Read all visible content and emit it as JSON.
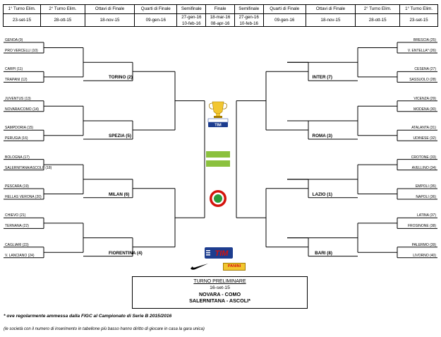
{
  "header": [
    {
      "title": "1° Turno Elim.",
      "dates": [
        "23-set-15"
      ]
    },
    {
      "title": "2° Turno Elim.",
      "dates": [
        "28-ott-15"
      ]
    },
    {
      "title": "Ottavi di Finale",
      "dates": [
        "18-nov-15"
      ]
    },
    {
      "title": "Quarti di Finale",
      "dates": [
        "09-gen-16"
      ]
    },
    {
      "title": "Semifinale",
      "dates": [
        "27-gen-16",
        "10-feb-16"
      ]
    },
    {
      "title": "Finale",
      "dates": [
        "18-mar-16",
        "08-apr-16"
      ]
    },
    {
      "title": "Semifinale",
      "dates": [
        "27-gen-16",
        "10-feb-16"
      ]
    },
    {
      "title": "Quarti di Finale",
      "dates": [
        "09-gen-16"
      ]
    },
    {
      "title": "Ottavi di Finale",
      "dates": [
        "18-nov-15"
      ]
    },
    {
      "title": "2° Turno Elim.",
      "dates": [
        "28-ott-15"
      ]
    },
    {
      "title": "1° Turno Elim.",
      "dates": [
        "23-set-15"
      ]
    }
  ],
  "left_teams": [
    "GENOA (9)",
    "PRO VERCELLI (10)",
    "CARPI (11)",
    "TRAPANI (12)",
    "JUVENTUS (13)",
    "NOVARA/COMO (14)",
    "SAMPDORIA (15)",
    "PERUGIA (16)",
    "BOLOGNA (17)",
    "SALERNITANA/ASCOLI* (18)",
    "PESCARA (19)",
    "HELLAS VERONA (20)",
    "CHIEVO (21)",
    "TERNANA (22)",
    "CAGLIARI (23)",
    "V. LANCIANO (24)"
  ],
  "right_teams": [
    "BRESCIA (25)",
    "V. ENTELLA* (26)",
    "CESENA (27)",
    "SASSUOLO (28)",
    "VICENZA (29)",
    "MODENA (30)",
    "ATALANTA (31)",
    "UDINESE (32)",
    "CROTONE (33)",
    "AVELLINO (34)",
    "EMPOLI (35)",
    "NAPOLI (36)",
    "LATINA (37)",
    "FROSINONE (38)",
    "PALERMO (39)",
    "LIVORNO (40)"
  ],
  "left_seeds": [
    "TORINO (2)",
    "SPEZIA (5)",
    "MILAN (6)",
    "FIORENTINA (4)"
  ],
  "right_seeds": [
    "INTER (7)",
    "ROMA (3)",
    "LAZIO (1)",
    "BARI (8)"
  ],
  "logos": {
    "cup": "tim-cup-logo",
    "tim": "TIM",
    "panini": "PANINI",
    "nike": "nike-swoosh-logo",
    "coccarda": "coccarda-logo",
    "colors": {
      "green": "#8bc13e",
      "tim_blue": "#1d3d8f",
      "tim_red": "#d4130d",
      "coccarda_red": "#d4130d",
      "coccarda_green": "#2a9a3a"
    }
  },
  "prelim": {
    "title": "TURNO PRELIMINARE",
    "date": "16-set-15",
    "matches": [
      "NOVARA - COMO",
      "SALERNITANA - ASCOLI*"
    ]
  },
  "notes": {
    "footnote": "* ove regolarmente ammessa dalla FIGC al Campionato di Serie B 2015/2016",
    "rule": "(le società con il numero di inserimento in tabellone più basso hanno diritto di giocare in casa la gara unica)"
  }
}
